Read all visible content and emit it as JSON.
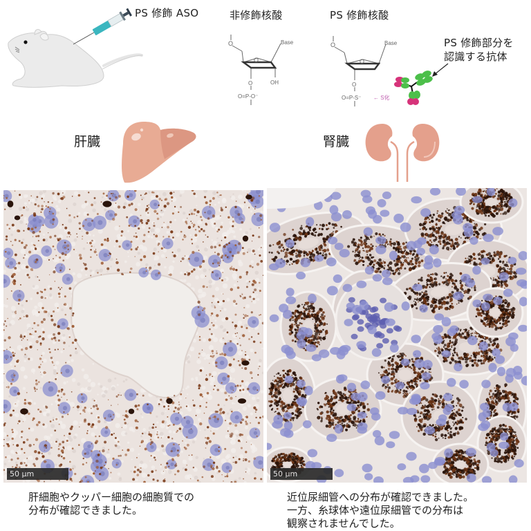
{
  "top": {
    "injection_label": "PS 修飾 ASO",
    "unmodified_title": "非修飾核酸",
    "ps_title": "PS 修飾核酸",
    "antibody_label_line1": "PS 修飾部分を",
    "antibody_label_line2": "認識する抗体",
    "chem": {
      "base": "Base",
      "ring_o": "O",
      "oh": "OH",
      "o_link": "O",
      "phosphate_unmod": "O=P-O⁻",
      "phosphate_ps": "O=P-S⁻",
      "s_annotation": "← S化"
    }
  },
  "organs": {
    "liver_label": "肝臓",
    "kidney_label": "腎臓"
  },
  "panels": {
    "liver": {
      "scale_bar": "50 μm",
      "caption_line1": "肝細胞やクッパー細胞の細胞質での",
      "caption_line2": "分布が確認できました。"
    },
    "kidney": {
      "scale_bar": "50 μm",
      "caption_line1": "近位尿細管への分布が確認できました。",
      "caption_line2": "一方、糸球体や遠位尿細管での分布は",
      "caption_line3": "観察されませんでした。"
    }
  },
  "colors": {
    "tissue_bg": "#e9e1dc",
    "nucleus": "#8b8fcf",
    "granule": "#5a2a12",
    "liver_main": "#e8a990",
    "liver_dark": "#dc9880",
    "kidney": "#e4a08c",
    "syringe_fluid": "#3bb6bf",
    "antibody_green": "#4cbf4a",
    "antibody_magenta": "#d6337a",
    "s_annotation": "#c060b0"
  }
}
